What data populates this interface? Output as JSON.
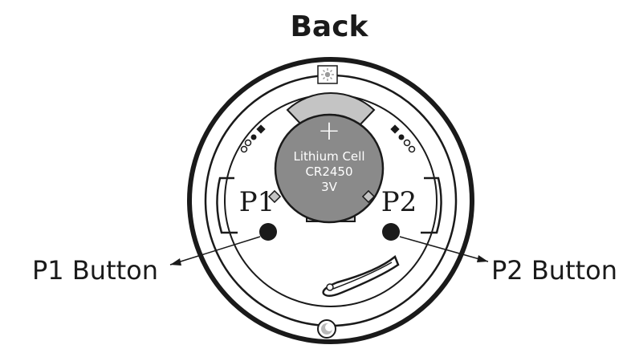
{
  "title": "Back",
  "battery": {
    "polarity": "+",
    "line1": "Lithium Cell",
    "line2": "CR2450",
    "line3": "3V"
  },
  "ports": {
    "left": "P1",
    "right": "P2"
  },
  "callouts": {
    "left": "P1 Button",
    "right": "P2 Button"
  },
  "icons": {
    "top": "sun-icon",
    "bottom": "moon-icon"
  },
  "colors": {
    "ink": "#1a1a1a",
    "battery": "#8a8a8a",
    "clip": "#c4c4c4",
    "background": "#ffffff"
  }
}
